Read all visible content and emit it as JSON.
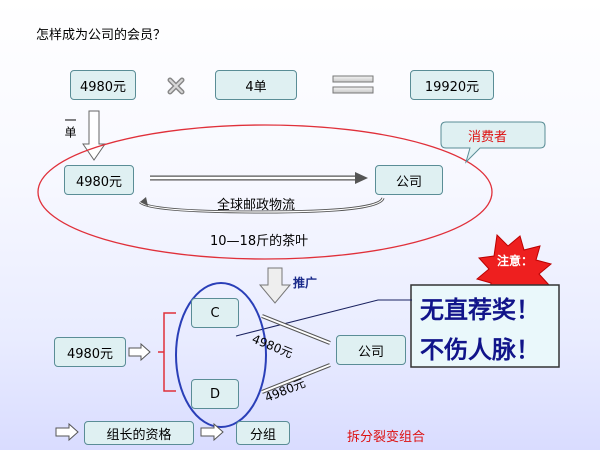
{
  "title": "怎样成为公司的会员？",
  "row1": {
    "price": "4980元",
    "times": "×",
    "count": "4单",
    "total": "19920元"
  },
  "single_label": "一单",
  "consumer_label": "消费者",
  "member": {
    "price": "4980元",
    "company": "公司",
    "logistics": "全球邮政物流",
    "tea": "10—18斤的茶叶"
  },
  "promote_label": "推广",
  "notice": {
    "badge": "注意：",
    "line1": "无直荐奖！",
    "line2": "不伤人脉！"
  },
  "split": {
    "price": "4980元",
    "c": "C",
    "d": "D",
    "amount_top": "4980元",
    "amount_bottom": "4980元",
    "company": "公司",
    "caption": "拆分裂变组合"
  },
  "footer": {
    "leader": "组长的资格",
    "group": "分组"
  },
  "colors": {
    "box_fill": "#dff0f2",
    "box_border": "#5a8d96",
    "ellipse_red": "#e0303a",
    "ellipse_blue": "#2a3fb8",
    "caption_red": "#d11"
  }
}
